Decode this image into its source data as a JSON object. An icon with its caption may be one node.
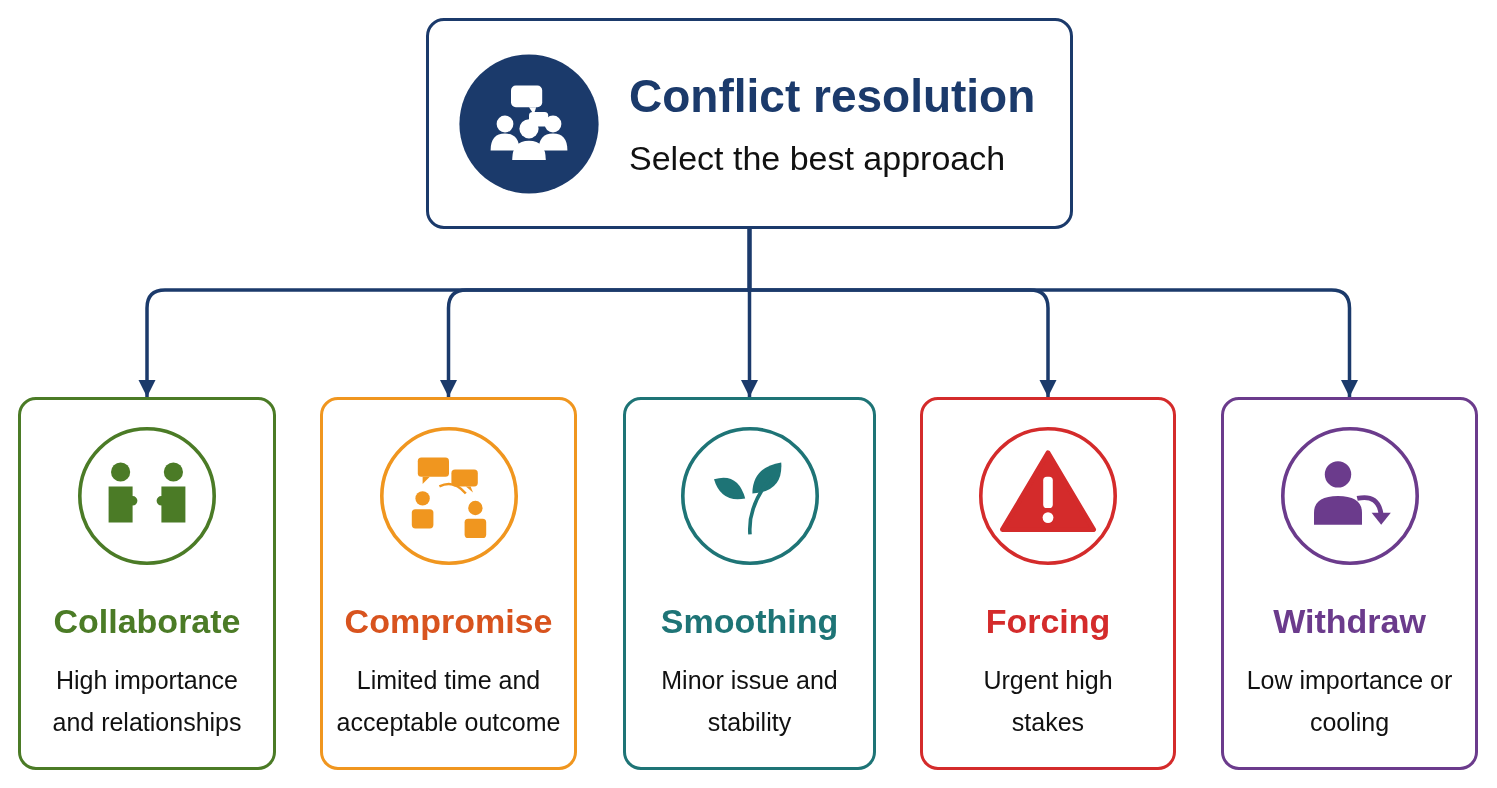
{
  "diagram": {
    "nodes": [
      {
        "text": [
          "Conflict resolution",
          "Select the best approach"
        ]
      },
      {
        "text": [
          "Collaborate",
          "High importance and relationships"
        ]
      },
      {
        "text": [
          "Compromise",
          "Limited time and acceptable outcome"
        ]
      },
      {
        "text": [
          "Smoothing",
          "Minor issue and stability"
        ]
      },
      {
        "text": [
          "Forcing",
          "Urgent high stakes"
        ]
      },
      {
        "text": [
          "Withdraw",
          "Low importance or cooling"
        ]
      }
    ],
    "edges": [
      {
        "from": 0,
        "to": 1,
        "arrow": "to"
      },
      {
        "from": 0,
        "to": 2,
        "arrow": "to"
      },
      {
        "from": 0,
        "to": 3,
        "arrow": "to"
      },
      {
        "from": 0,
        "to": 4,
        "arrow": "to"
      },
      {
        "from": 0,
        "to": 5,
        "arrow": "to"
      }
    ]
  }
}
